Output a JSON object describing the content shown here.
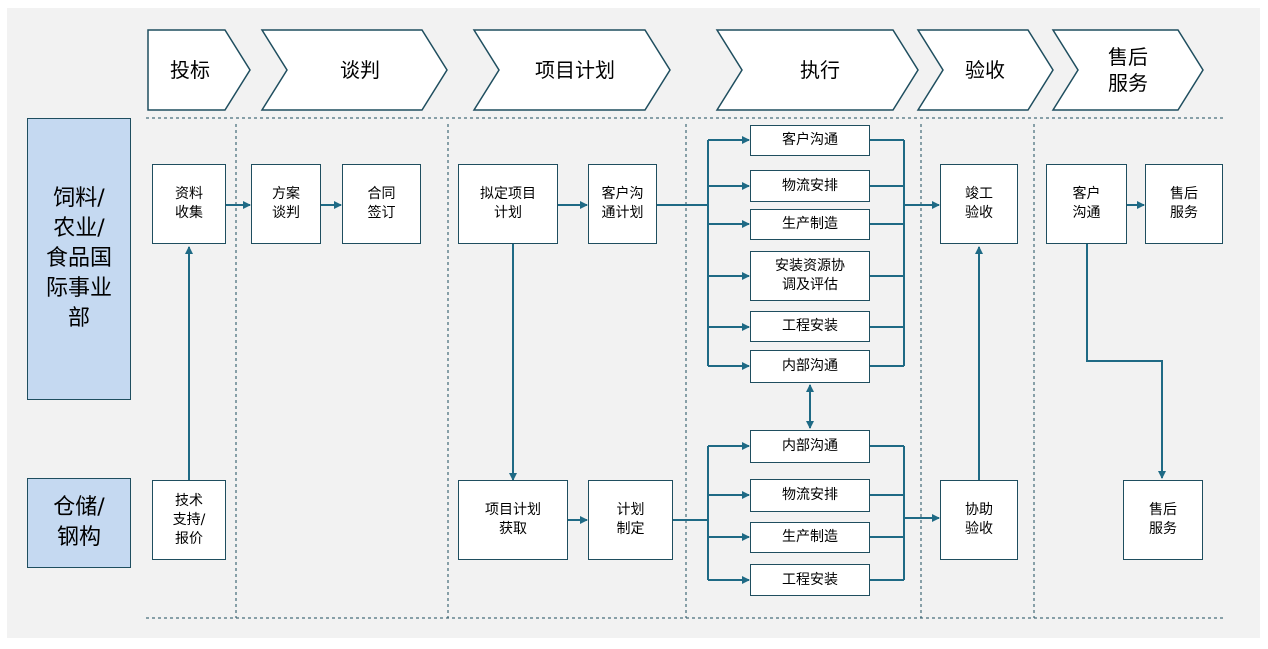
{
  "stages": [
    "投标",
    "谈判",
    "项目计划",
    "执行",
    "验收",
    "售后\n服务"
  ],
  "departments": [
    "饲料/\n农业/\n食品国\n际事业\n部",
    "仓储/\n钢构"
  ],
  "boxes": {
    "top": {
      "collect": "资料\n收集",
      "negotiate": "方案\n谈判",
      "contract": "合同\n签订",
      "draft_plan": "拟定项目\n计划",
      "client_plan": "客户沟\n通计划",
      "exec_client_comm": "客户沟通",
      "exec_logistics": "物流安排",
      "exec_production": "生产制造",
      "exec_resource": "安装资源协\n调及评估",
      "exec_install": "工程安装",
      "exec_internal": "内部沟通",
      "completion": "竣工\n验收",
      "client_comm": "客户\n沟通",
      "after_sales": "售后\n服务"
    },
    "bottom": {
      "tech_support": "技术\n支持/\n报价",
      "plan_obtain": "项目计划\n获取",
      "plan_make": "计划\n制定",
      "exec_internal": "内部沟通",
      "exec_logistics": "物流安排",
      "exec_production": "生产制造",
      "exec_install": "工程安装",
      "assist_accept": "协助\n验收",
      "after_sales": "售后\n服务"
    }
  },
  "colors": {
    "background": "#f2f2f2",
    "box_border": "#1f4e5f",
    "department_fill": "#c5d9f1",
    "connector": "#1f6a85",
    "divider": "#1f4e5f"
  }
}
